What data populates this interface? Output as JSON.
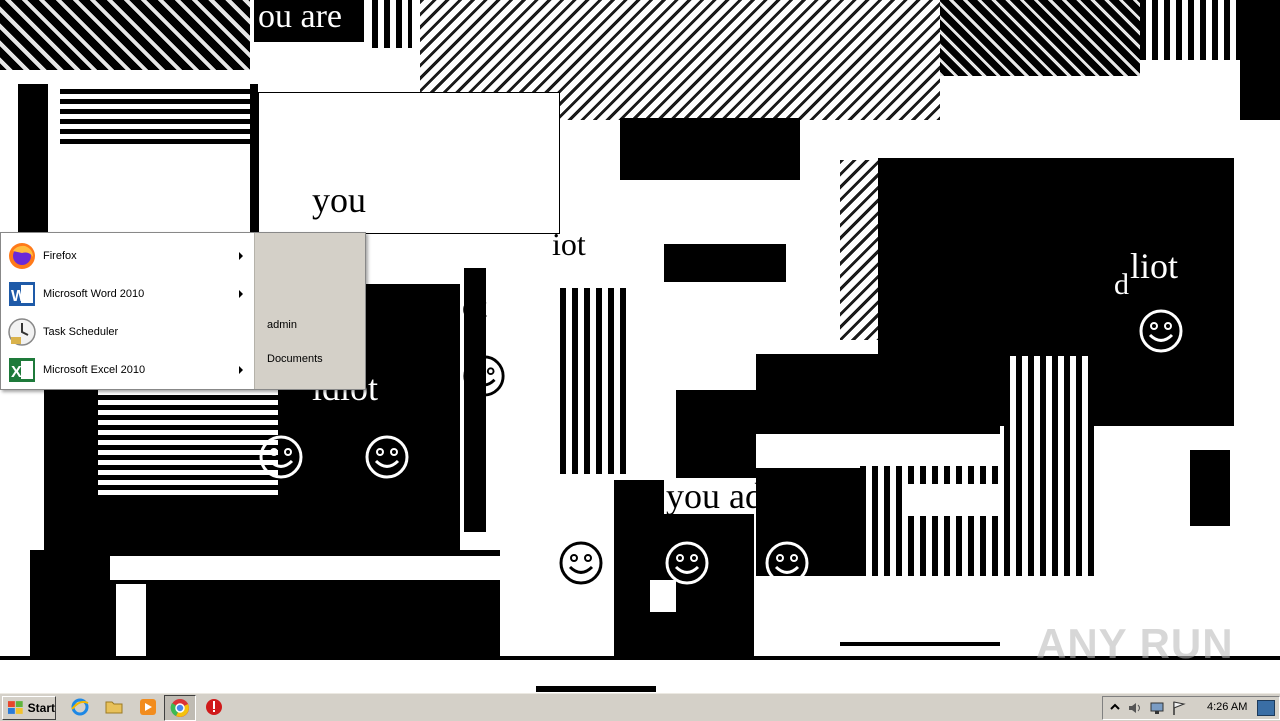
{
  "desktop": {
    "glitch_texts": {
      "t1": "ou are",
      "t2": "you",
      "t3": "iot",
      "t4": "ot",
      "t5": "idiot",
      "t6": "you adiot",
      "t7": "liot",
      "t8": "d"
    },
    "watermark": "ANY RUN"
  },
  "start_menu": {
    "items": [
      {
        "label": "Firefox",
        "icon": "firefox-icon",
        "has_submenu": true
      },
      {
        "label": "Microsoft Word 2010",
        "icon": "word-icon",
        "has_submenu": true
      },
      {
        "label": "Task Scheduler",
        "icon": "task-scheduler-icon",
        "has_submenu": false
      },
      {
        "label": "Microsoft Excel 2010",
        "icon": "excel-icon",
        "has_submenu": true
      }
    ],
    "right_items": [
      {
        "label": "admin"
      },
      {
        "label": "Documents"
      }
    ]
  },
  "taskbar": {
    "start_label": "Start",
    "quick_launch": [
      "internet-explorer-icon",
      "explorer-folder-icon",
      "media-player-icon",
      "chrome-icon",
      "stop-icon"
    ],
    "clock": "4:26 AM",
    "tray_icons": [
      "show-hidden-icons-icon",
      "volume-icon",
      "network-icon",
      "action-center-flag-icon"
    ]
  },
  "colors": {
    "taskbar_bg": "#d4d0c8",
    "menu_bg": "#ffffff",
    "glitch_black": "#000000",
    "glitch_white": "#ffffff"
  }
}
